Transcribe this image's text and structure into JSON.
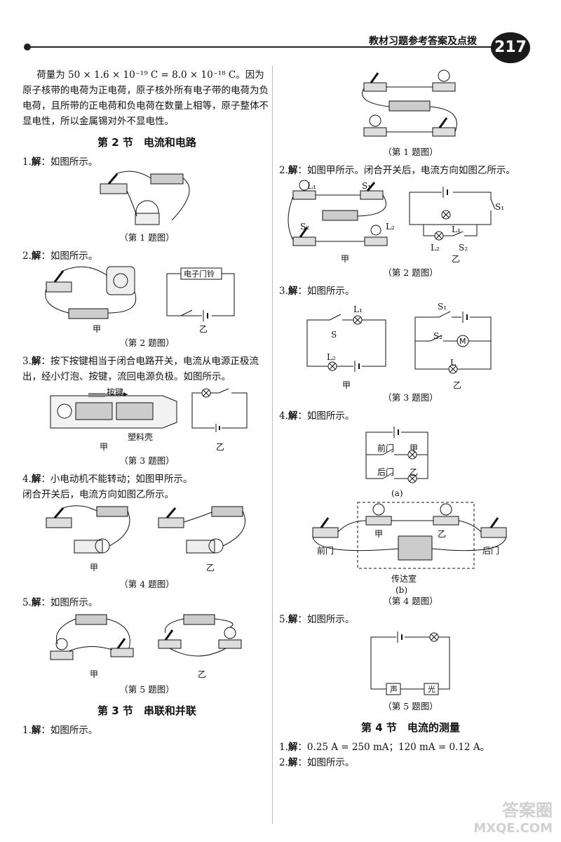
{
  "header": {
    "title": "教材习题参考答案及点拨",
    "page": "217"
  },
  "left": {
    "intro": "荷量为 50 × 1.6 × 10⁻¹⁹ C = 8.0 × 10⁻¹⁸ C。因为原子核带的电荷为正电荷，原子核外所有电子带的电荷为负电荷，且所带的正电荷和负电荷在数量上相等，原子整体不显电性，所以金属锡对外不显电性。",
    "sec2": "第 2 节　电流和电路",
    "q1": {
      "num": "1.",
      "label": "解",
      "text": "：如图所示。",
      "cap": "（第 1 题图）"
    },
    "q2": {
      "num": "2.",
      "label": "解",
      "text": "：如图所示。",
      "cap": "（第 2 题图）",
      "bell": "电子门铃",
      "a": "甲",
      "b": "乙"
    },
    "q3": {
      "num": "3.",
      "label": "解",
      "text": "：按下按键相当于闭合电路开关，电流从电源正极流出，经小灯泡、按键，流回电源负极。如图所示。",
      "cap": "（第 3 题图）",
      "key": "按键",
      "shell": "塑料壳",
      "a": "甲",
      "b": "乙"
    },
    "q4": {
      "num": "4.",
      "label": "解",
      "text": "：小电动机不能转动；如图甲所示。",
      "text2": "闭合开关后，电流方向如图乙所示。",
      "cap": "（第 4 题图）",
      "a": "甲",
      "b": "乙"
    },
    "q5": {
      "num": "5.",
      "label": "解",
      "text": "：如图所示。",
      "cap": "（第 5 题图）",
      "a": "甲",
      "b": "乙"
    },
    "sec3": "第 3 节　串联和并联",
    "s3q1": {
      "num": "1.",
      "label": "解",
      "text": "：如图所示。"
    }
  },
  "right": {
    "q1cap": "（第 1 题图）",
    "q2": {
      "num": "2.",
      "label": "解",
      "text": "：如图甲所示。闭合开关后，电流方向如图乙所示。",
      "cap": "（第 2 题图）",
      "L1": "L₁",
      "S1": "S₁",
      "S2": "S₂",
      "L2": "L₂",
      "a": "甲",
      "b": "乙"
    },
    "q3": {
      "num": "3.",
      "label": "解",
      "text": "：如图所示。",
      "cap": "（第 3 题图）",
      "S": "S",
      "L1": "L₁",
      "L2": "L₂",
      "S1": "S₁",
      "S2": "S₂",
      "M": "M",
      "L": "L",
      "a": "甲",
      "b": "乙"
    },
    "q4": {
      "num": "4.",
      "label": "解",
      "text": "：如图所示。",
      "cap": "（第 4 题图）",
      "front": "前门",
      "back": "后门",
      "jia": "甲",
      "yi": "乙",
      "a": "(a)",
      "b": "(b)",
      "room": "传达室"
    },
    "q5": {
      "num": "5.",
      "label": "解",
      "text": "：如图所示。",
      "cap": "（第 5 题图）",
      "sound": "声",
      "light": "光"
    },
    "sec4": "第 4 节　电流的测量",
    "s4q1": {
      "num": "1.",
      "label": "解",
      "text": "：0.25 A = 250 mA；120 mA = 0.12 A。"
    },
    "s4q2": {
      "num": "2.",
      "label": "解",
      "text": "：如图所示。"
    }
  },
  "watermark": {
    "line1": "答案圈",
    "line2": "MXQE.COM"
  }
}
